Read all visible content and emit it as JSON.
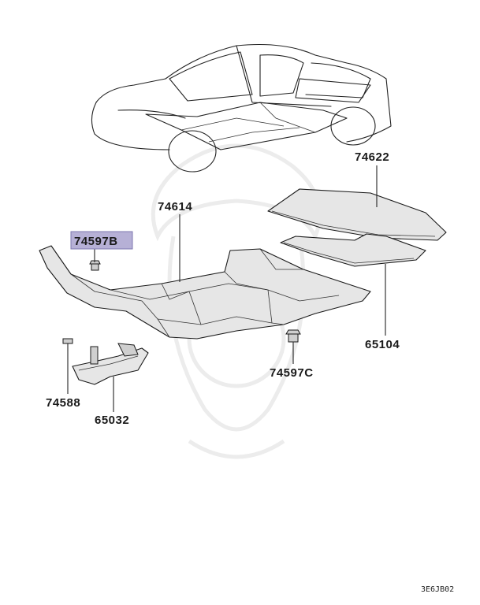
{
  "labels": {
    "p74622": "74622",
    "p74614": "74614",
    "p74597B": "74597B",
    "p65104": "65104",
    "p74597C": "74597C",
    "p74588": "74588",
    "p65032": "65032"
  },
  "highlight_color": "#b6b0d6",
  "diagram_code": "3E6JB02"
}
